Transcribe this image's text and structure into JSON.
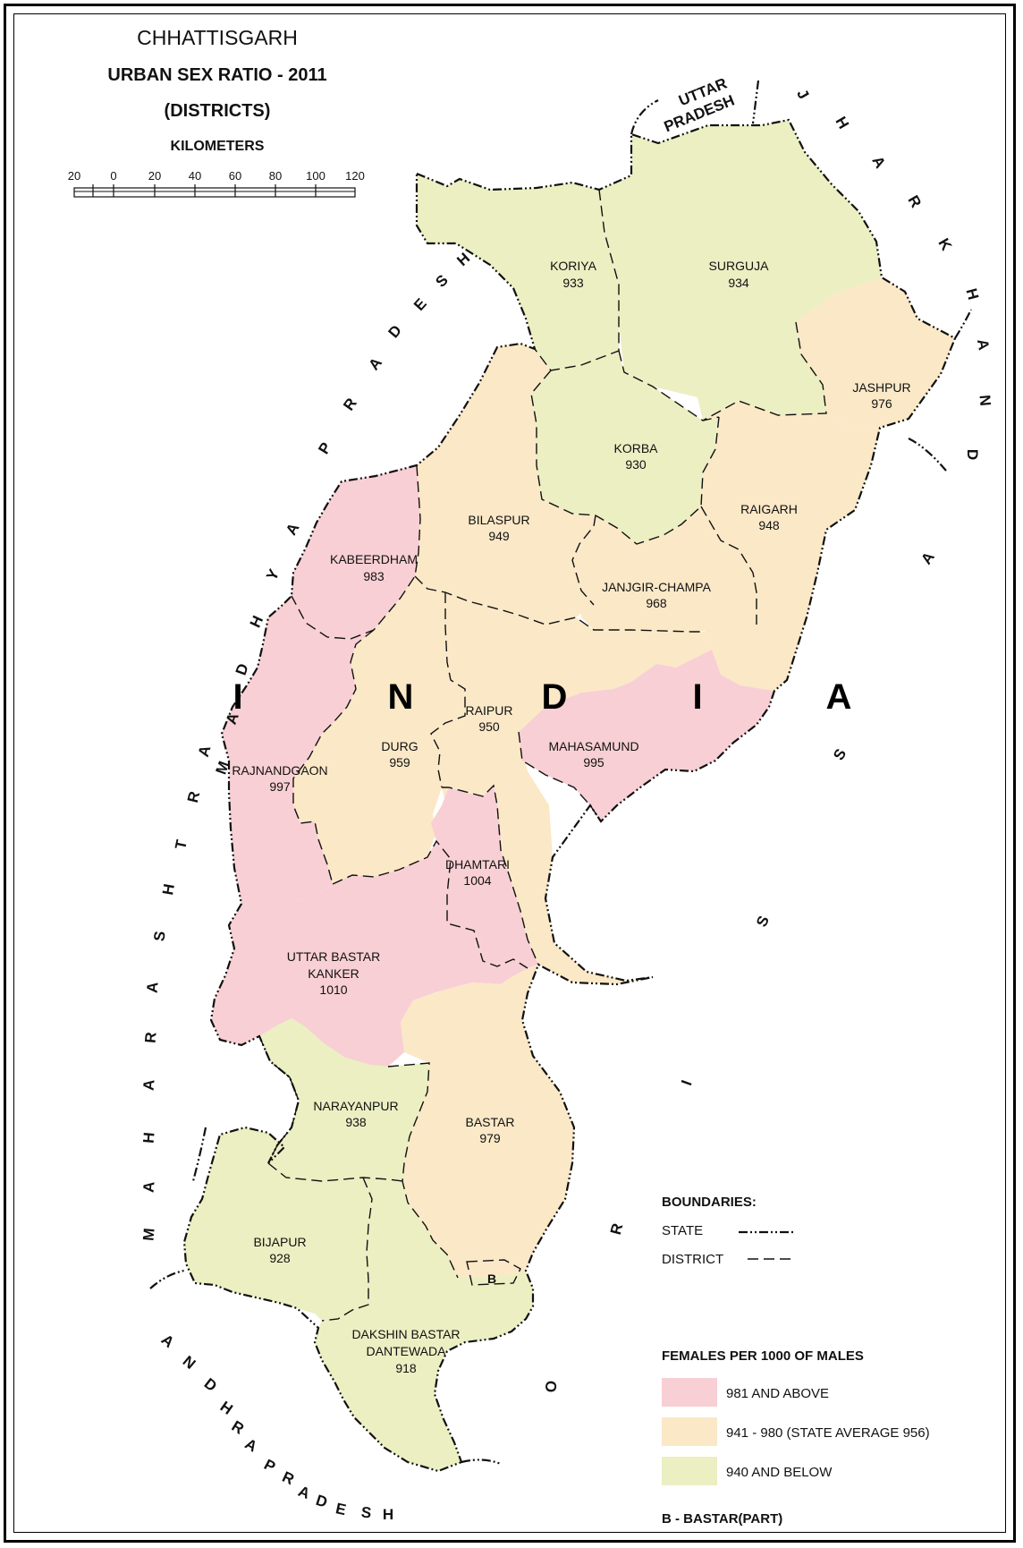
{
  "map": {
    "state_name": "CHHATTISGARH",
    "title": "URBAN SEX RATIO - 2011",
    "subtitle": "(DISTRICTS)",
    "scale": {
      "label": "KILOMETERS",
      "ticks": [
        "20",
        "0",
        "20",
        "40",
        "60",
        "80",
        "100",
        "120"
      ]
    },
    "country_label": [
      "I",
      "N",
      "D",
      "I",
      "A"
    ],
    "neighbors": {
      "uttar_pradesh": [
        "UTTAR",
        "PRADESH"
      ],
      "jharkhand": [
        "J",
        "H",
        "A",
        "R",
        "K",
        "H",
        "A",
        "N",
        "D"
      ],
      "madhya_pradesh": [
        "M",
        "A",
        "D",
        "H",
        "Y",
        "A",
        "P",
        "R",
        "A",
        "D",
        "E",
        "S",
        "H"
      ],
      "maharashtra": [
        "M",
        "A",
        "H",
        "A",
        "R",
        "A",
        "S",
        "H",
        "T",
        "R",
        "A"
      ],
      "andhra_pradesh": [
        "A",
        "N",
        "D",
        "H",
        "R",
        "A",
        "P",
        "R",
        "A",
        "D",
        "E",
        "S",
        "H"
      ],
      "orissa": [
        "O",
        "R",
        "I",
        "S",
        "S",
        "A"
      ]
    },
    "districts": [
      {
        "name": "KORIYA",
        "value": "933",
        "class": "940 AND BELOW"
      },
      {
        "name": "SURGUJA",
        "value": "934",
        "class": "940 AND BELOW"
      },
      {
        "name": "JASHPUR",
        "value": "976",
        "class": "941 - 980"
      },
      {
        "name": "KORBA",
        "value": "930",
        "class": "940 AND BELOW"
      },
      {
        "name": "RAIGARH",
        "value": "948",
        "class": "941 - 980"
      },
      {
        "name": "BILASPUR",
        "value": "949",
        "class": "941 - 980"
      },
      {
        "name": "KABEERDHAM",
        "value": "983",
        "class": "981 AND ABOVE"
      },
      {
        "name": "JANJGIR-CHAMPA",
        "value": "968",
        "class": "941 - 980"
      },
      {
        "name": "RAIPUR",
        "value": "950",
        "class": "941 - 980"
      },
      {
        "name": "MAHASAMUND",
        "value": "995",
        "class": "981 AND ABOVE"
      },
      {
        "name": "DURG",
        "value": "959",
        "class": "941 - 980"
      },
      {
        "name": "RAJNANDGAON",
        "value": "997",
        "class": "981 AND ABOVE"
      },
      {
        "name": "DHAMTARI",
        "value": "1004",
        "class": "981 AND ABOVE"
      },
      {
        "name": "UTTAR BASTAR",
        "name2": "KANKER",
        "value": "1010",
        "class": "981 AND ABOVE"
      },
      {
        "name": "NARAYANPUR",
        "value": "938",
        "class": "940 AND BELOW"
      },
      {
        "name": "BASTAR",
        "value": "979",
        "class": "941 - 980"
      },
      {
        "name": "BIJAPUR",
        "value": "928",
        "class": "940 AND BELOW"
      },
      {
        "name": "DAKSHIN BASTAR",
        "name2": "DANTEWADA",
        "value": "918",
        "class": "940 AND BELOW"
      }
    ],
    "bastar_part_marker": "B",
    "legend": {
      "boundaries_title": "BOUNDARIES:",
      "state_label": "STATE",
      "district_label": "DISTRICT",
      "ratio_title": "FEMALES PER 1000 OF MALES",
      "classes": [
        {
          "label": "981 AND ABOVE",
          "color": "#f8cfd4"
        },
        {
          "label": "941 - 980 (STATE AVERAGE 956)",
          "color": "#fbe8c7"
        },
        {
          "label": "940 AND BELOW",
          "color": "#ebefc2"
        }
      ],
      "note": "B -  BASTAR(PART)"
    }
  }
}
